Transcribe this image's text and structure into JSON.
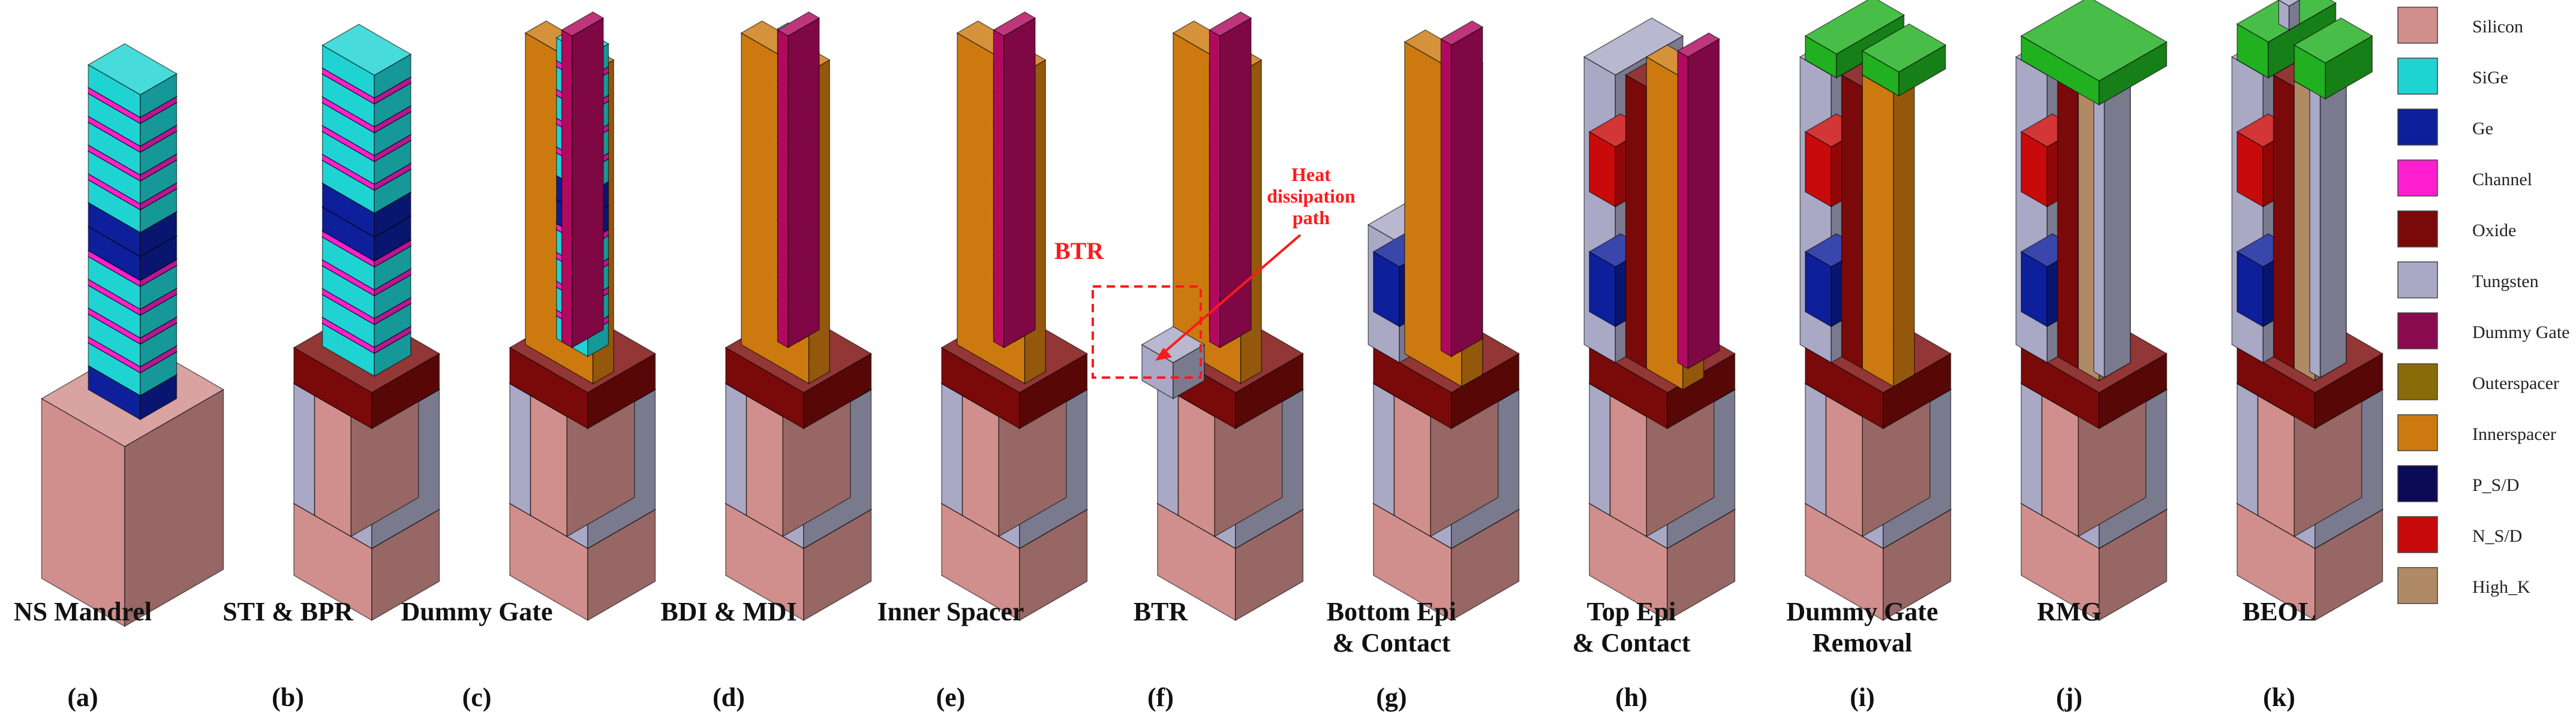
{
  "colors": {
    "silicon": "#d08f8c",
    "sige": "#1fd3d3",
    "ge": "#0d1f9a",
    "channel": "#ff1fd0",
    "oxide": "#7a0a0a",
    "tungsten": "#a9a9c6",
    "dummy_gate": "#b00a5e",
    "outerspacer": "#8a6b0a",
    "innerspacer": "#cc7a10",
    "p_sd": "#0a0a55",
    "n_sd": "#c80a0a",
    "high_k": "#b08a65",
    "gate_metal": "#20b020",
    "annotation": "#ff1a1a"
  },
  "steps": [
    {
      "title": [
        "NS Mandrel"
      ],
      "letter": "(a)",
      "variant": "mandrel"
    },
    {
      "title": [
        "STI & BPR"
      ],
      "letter": "(b)",
      "variant": "sti"
    },
    {
      "title": [
        "Dummy Gate"
      ],
      "letter": "(c)",
      "variant": "dummygate"
    },
    {
      "title": [
        "BDI & MDI"
      ],
      "letter": "(d)",
      "variant": "bdi"
    },
    {
      "title": [
        "Inner Spacer"
      ],
      "letter": "(e)",
      "variant": "inner"
    },
    {
      "title": [
        "BTR"
      ],
      "letter": "(f)",
      "variant": "btr"
    },
    {
      "title": [
        "Bottom Epi",
        "& Contact"
      ],
      "letter": "(g)",
      "variant": "botepi"
    },
    {
      "title": [
        "Top Epi",
        "& Contact"
      ],
      "letter": "(h)",
      "variant": "topepi"
    },
    {
      "title": [
        "Dummy Gate",
        "Removal"
      ],
      "letter": "(i)",
      "variant": "dgr"
    },
    {
      "title": [
        "RMG"
      ],
      "letter": "(j)",
      "variant": "rmg"
    },
    {
      "title": [
        "BEOL"
      ],
      "letter": "(k)",
      "variant": "beol"
    }
  ],
  "annotations": {
    "btr_label": "BTR",
    "heat_line1": "Heat",
    "heat_line2": "dissipation",
    "heat_line3": "path"
  },
  "legend": [
    {
      "label": "Silicon",
      "color": "#d08f8c"
    },
    {
      "label": "SiGe",
      "color": "#1fd3d3"
    },
    {
      "label": "Ge",
      "color": "#0d1f9a"
    },
    {
      "label": "Channel",
      "color": "#ff1fd0"
    },
    {
      "label": "Oxide",
      "color": "#7a0a0a"
    },
    {
      "label": "Tungsten",
      "color": "#a9a9c6"
    },
    {
      "label": "Dummy Gate",
      "color": "#8a0a50"
    },
    {
      "label": "Outerspacer",
      "color": "#8a6b0a"
    },
    {
      "label": "Innerspacer",
      "color": "#cc7a10"
    },
    {
      "label": "P_S/D",
      "color": "#0a0a55"
    },
    {
      "label": "N_S/D",
      "color": "#c80a0a"
    },
    {
      "label": "High_K",
      "color": "#b08a65"
    }
  ]
}
